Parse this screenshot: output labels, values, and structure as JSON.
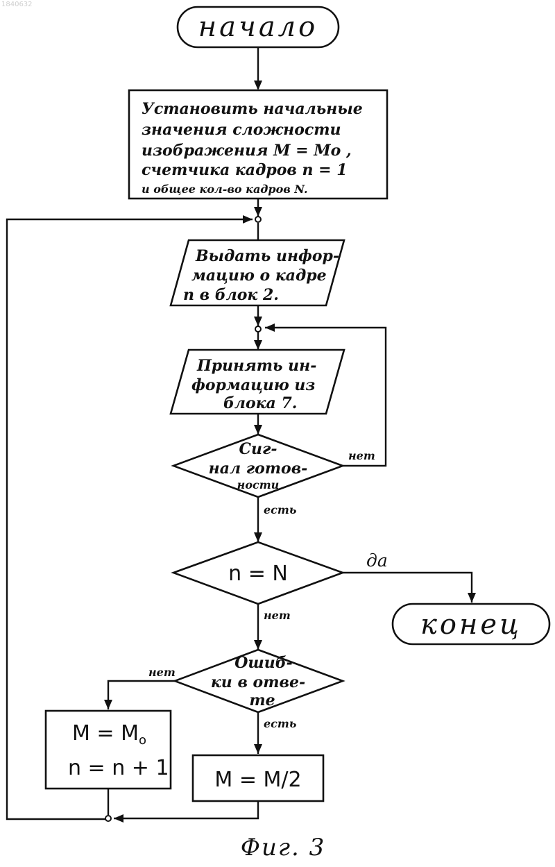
{
  "id_mark": "1840632",
  "start": {
    "label": "начало"
  },
  "init_block": {
    "line1": "Установить начальные",
    "line2": "значения сложности",
    "line3": "изображения M = Mo ,",
    "line4": "счетчика кадров n = 1",
    "line5": "и общее кол-во кадров N."
  },
  "output_block": {
    "line1": "Выдать инфор-",
    "line2": "мацию о кадре",
    "line3": "n в блок 2."
  },
  "input_block": {
    "line1": "Принять ин-",
    "line2": "формацию из",
    "line3": "блока 7."
  },
  "ready_decision": {
    "line1": "Сиг-",
    "line2": "нал готов-",
    "line3": "ности",
    "no": "нет",
    "yes": "есть"
  },
  "count_decision": {
    "label": "n = N",
    "yes": "да",
    "no": "нет"
  },
  "end": {
    "label": "конец"
  },
  "error_decision": {
    "line1": "Ошиб-",
    "line2": "ки в отве-",
    "line3": "те",
    "no": "нет",
    "yes": "есть"
  },
  "reset_block": {
    "line1": "M = M",
    "line1_sub": "o",
    "line2": "n = n + 1"
  },
  "halve_block": {
    "label": "M = M/2"
  },
  "caption": "Фиг. 3"
}
